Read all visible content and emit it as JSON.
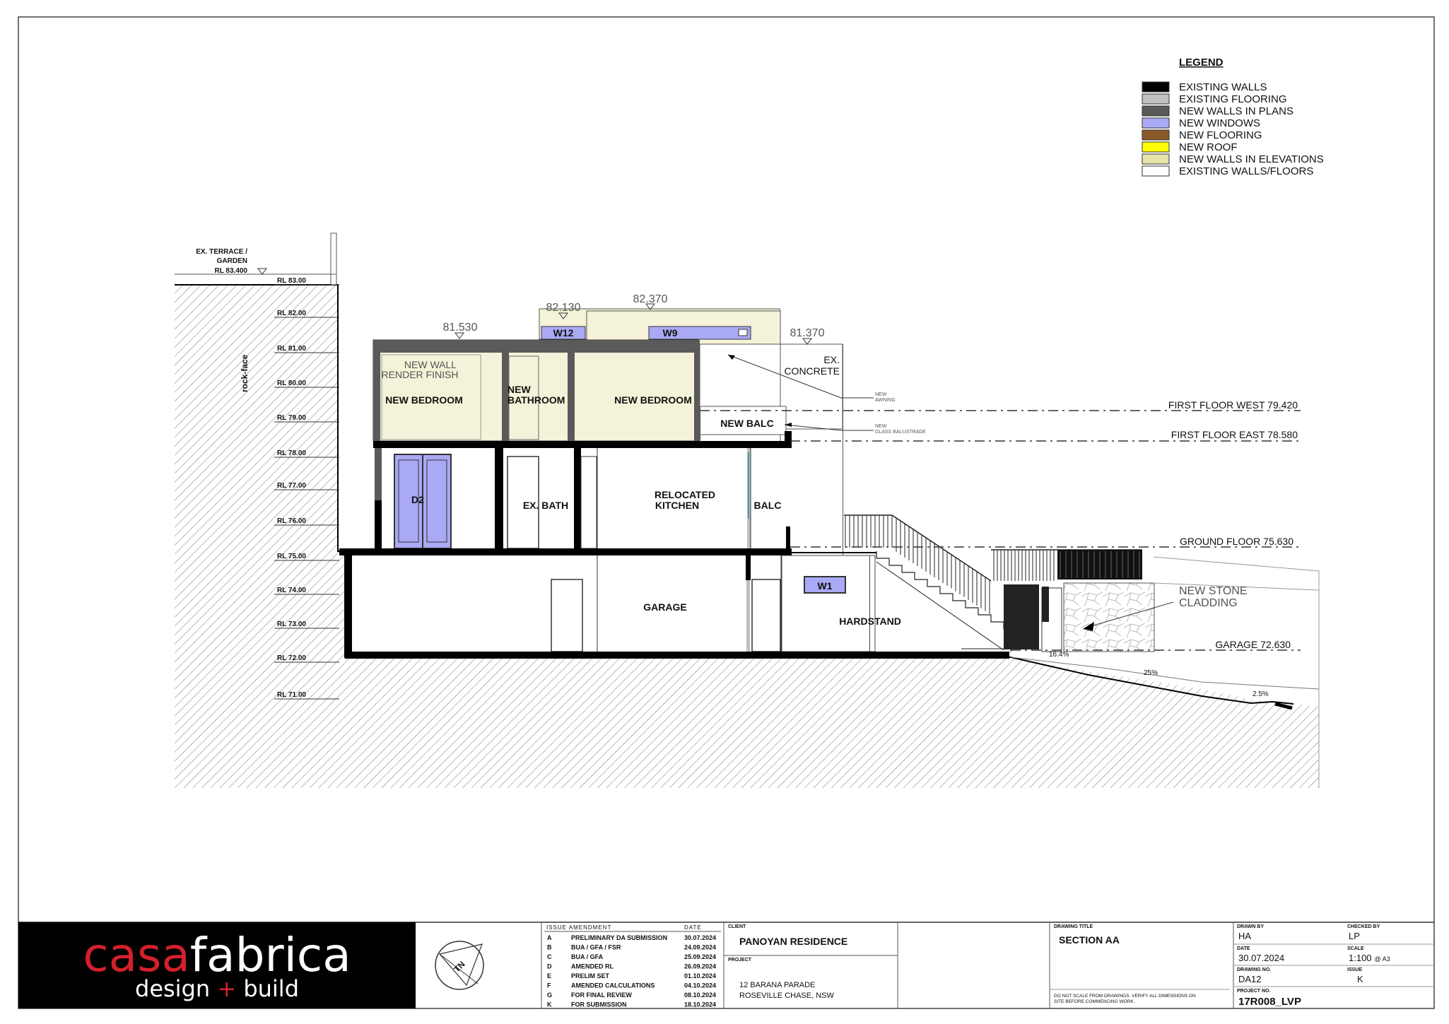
{
  "legend": {
    "title": "LEGEND",
    "items": [
      {
        "label": "EXISTING WALLS",
        "color": "#000000"
      },
      {
        "label": "EXISTING FLOORING",
        "color": "#c0c0c0"
      },
      {
        "label": "NEW WALLS IN PLANS",
        "color": "#5a5a5a"
      },
      {
        "label": "NEW WINDOWS",
        "color": "#a9a9f5"
      },
      {
        "label": "NEW FLOORING",
        "color": "#8b5a2b"
      },
      {
        "label": "NEW ROOF",
        "color": "#ffff00"
      },
      {
        "label": "NEW WALLS IN ELEVATIONS",
        "color": "#e6e4a8"
      },
      {
        "label": "EXISTING WALLS/FLOORS",
        "color": "#ffffff"
      }
    ]
  },
  "colors": {
    "new_elevation_wall": "#f4f2d8",
    "window": "#a9a9f5",
    "new_wall_plan": "#5a5a5a",
    "logo_red": "#d4202c"
  },
  "rl_levels": [
    "RL 83.00",
    "RL 82.00",
    "RL 81.00",
    "RL 80.00",
    "RL 79.00",
    "RL 78.00",
    "RL 77.00",
    "RL 76.00",
    "RL 75.00",
    "RL 74.00",
    "RL 73.00",
    "RL 72.00",
    "RL 71.00"
  ],
  "annotations": {
    "terrace_line1": "EX. TERRACE /",
    "terrace_line2": "GARDEN",
    "terrace_rl": "RL 83.400",
    "rock_face": "rock-face",
    "level_81530": "81.530",
    "level_82130": "82.130",
    "level_82370": "82.370",
    "level_81370": "81.370",
    "ex_concrete_1": "EX.",
    "ex_concrete_2": "CONCRETE",
    "new_awning_1": "NEW",
    "new_awning_2": "AWNING",
    "new_glass_1": "NEW",
    "new_glass_2": "GLASS BALUSTRADE",
    "first_floor_west": "FIRST FLOOR WEST 79.420",
    "first_floor_east": "FIRST FLOOR EAST 78.580",
    "ground_floor": "GROUND FLOOR 75.630",
    "garage_level": "GARAGE 72.630",
    "stone_1": "NEW STONE",
    "stone_2": "CLADDING",
    "grade_1": "16.4%",
    "grade_2": "25%",
    "grade_3": "2.5%"
  },
  "rooms": {
    "new_wall_1": "NEW WALL",
    "new_wall_2": "RENDER FINISH",
    "bed_1": "NEW BEDROOM",
    "bath_1": "NEW",
    "bath_2": "BATHROOM",
    "bed_2": "NEW BEDROOM",
    "new_balc": "NEW BALC",
    "d2": "D2",
    "ex_bath": "EX. BATH",
    "kitchen_1": "RELOCATED",
    "kitchen_2": "KITCHEN",
    "balc": "BALC",
    "garage": "GARAGE",
    "hardstand": "HARDSTAND",
    "w1": "W1",
    "w9": "W9",
    "w12": "W12"
  },
  "title_block": {
    "logo_casa": "casa",
    "logo_fabrica": "fabrica",
    "logo_design": "design",
    "logo_plus": "+",
    "logo_build": "build",
    "issue_header": "ISSUE AMENDMENT",
    "date_header": "DATE",
    "issues": [
      {
        "code": "A",
        "desc": "PRELIMINARY DA SUBMISSION",
        "date": "30.07.2024"
      },
      {
        "code": "B",
        "desc": "BUA / GFA / FSR",
        "date": "24.09.2024"
      },
      {
        "code": "C",
        "desc": "BUA / GFA",
        "date": "25.09.2024"
      },
      {
        "code": "D",
        "desc": "AMENDED RL",
        "date": "26.09.2024"
      },
      {
        "code": "E",
        "desc": "PRELIM SET",
        "date": "01.10.2024"
      },
      {
        "code": "F",
        "desc": "AMENDED CALCULATIONS",
        "date": "04.10.2024"
      },
      {
        "code": "G",
        "desc": "FOR FINAL REVIEW",
        "date": "08.10.2024"
      },
      {
        "code": "K",
        "desc": "FOR SUBMISSION",
        "date": "18.10.2024"
      }
    ],
    "client_label": "CLIENT",
    "client": "PANOYAN RESIDENCE",
    "project_label": "PROJECT",
    "project_1": "12 BARANA PARADE",
    "project_2": "ROSEVILLE CHASE, NSW",
    "drawing_title_label": "DRAWING TITLE",
    "drawing_title": "SECTION AA",
    "note_1": "DO NOT SCALE FROM DRAWINGS.   VERIFY ALL DIMENSIONS ON",
    "note_2": "SITE BEFORE COMMENCING WORK.",
    "drawn_by_label": "DRAWN BY",
    "drawn_by": "HA",
    "checked_by_label": "CHECKED BY",
    "checked_by": "LP",
    "date_label": "DATE",
    "date": "30.07.2024",
    "scale_label": "SCALE",
    "scale": "1:100",
    "scale_suffix": "@ A3",
    "drawing_no_label": "DRAWING NO.",
    "drawing_no": "DA12",
    "issue_label": "ISSUE",
    "issue": "K",
    "project_no_label": "PROJECT NO.",
    "project_no": "17R008_LVP",
    "north": "TN"
  }
}
